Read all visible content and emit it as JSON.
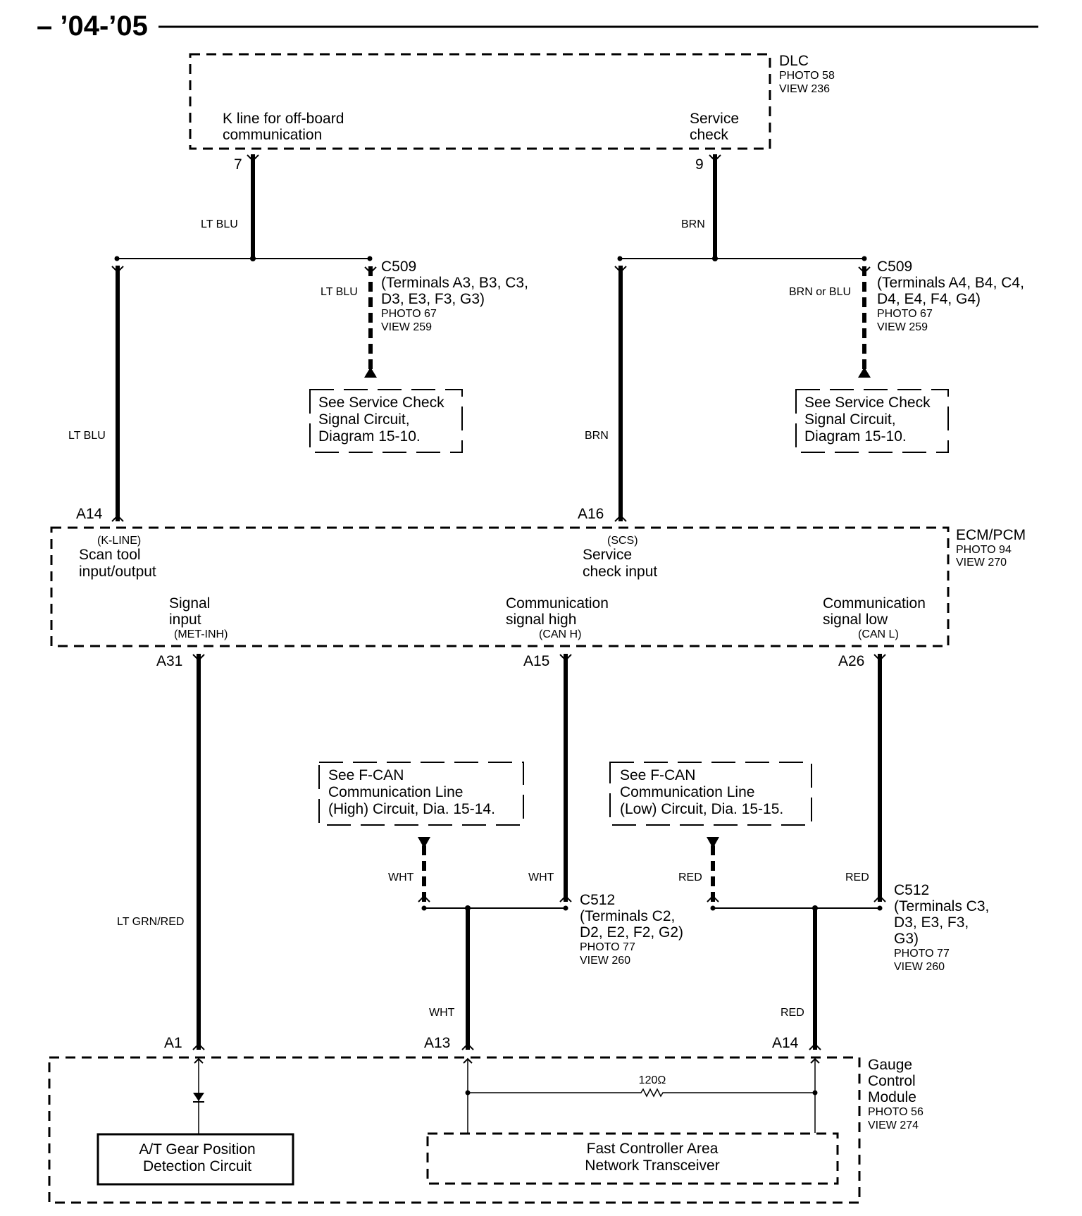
{
  "header": {
    "title": "– ’04-’05"
  },
  "dlc": {
    "name": "DLC",
    "photo": "PHOTO 58",
    "view": "VIEW 236",
    "k_line_1": "K line for off-board",
    "k_line_2": "communication",
    "svc_1": "Service",
    "svc_2": "check",
    "pin_k": "7",
    "pin_svc": "9"
  },
  "wires": {
    "lt_blu": "LT BLU",
    "brn": "BRN",
    "brn_or_blu": "BRN or BLU",
    "lt_grn_red": "LT GRN/RED",
    "wht": "WHT",
    "red": "RED"
  },
  "c509a": {
    "name": "C509",
    "terms_1": "(Terminals A3, B3, C3,",
    "terms_2": "D3, E3, F3, G3)",
    "photo": "PHOTO 67",
    "view": "VIEW 259"
  },
  "c509b": {
    "name": "C509",
    "terms_1": "(Terminals A4, B4, C4,",
    "terms_2": "D4, E4, F4, G4)",
    "photo": "PHOTO 67",
    "view": "VIEW 259"
  },
  "note_svc": {
    "line1": "See Service Check",
    "line2": "Signal Circuit,",
    "line3": "Diagram 15-10."
  },
  "ecm": {
    "name": "ECM/PCM",
    "photo": "PHOTO 94",
    "view": "VIEW 270",
    "pin_a14": "A14",
    "pin_a16": "A16",
    "pin_a31": "A31",
    "pin_a15": "A15",
    "pin_a26": "A26",
    "kline_tag": "(K-LINE)",
    "scan_1": "Scan tool",
    "scan_2": "input/output",
    "scs_tag": "(SCS)",
    "scs_1": "Service",
    "scs_2": "check input",
    "sig_1": "Signal",
    "sig_2": "input",
    "sig_tag": "(MET-INH)",
    "ch_1": "Communication",
    "ch_2": "signal high",
    "ch_tag": "(CAN H)",
    "cl_1": "Communication",
    "cl_2": "signal low",
    "cl_tag": "(CAN L)"
  },
  "note_fcan_high": {
    "line1": "See F-CAN",
    "line2": "Communication Line",
    "line3": "(High) Circuit, Dia. 15-14."
  },
  "note_fcan_low": {
    "line1": "See F-CAN",
    "line2": "Communication Line",
    "line3": "(Low) Circuit, Dia. 15-15."
  },
  "c512a": {
    "name": "C512",
    "terms_1": "(Terminals C2,",
    "terms_2": "D2, E2, F2, G2)",
    "photo": "PHOTO 77",
    "view": "VIEW 260"
  },
  "c512b": {
    "name": "C512",
    "terms_1": "(Terminals C3,",
    "terms_2": "D3, E3, F3,",
    "terms_3": "G3)",
    "photo": "PHOTO 77",
    "view": "VIEW 260"
  },
  "gcm": {
    "name_1": "Gauge",
    "name_2": "Control",
    "name_3": "Module",
    "photo": "PHOTO 56",
    "view": "VIEW 274",
    "pin_a1": "A1",
    "pin_a13": "A13",
    "pin_a14": "A14",
    "resistor": "120Ω",
    "at_1": "A/T Gear Position",
    "at_2": "Detection Circuit",
    "fc_1": "Fast Controller Area",
    "fc_2": "Network Transceiver"
  }
}
